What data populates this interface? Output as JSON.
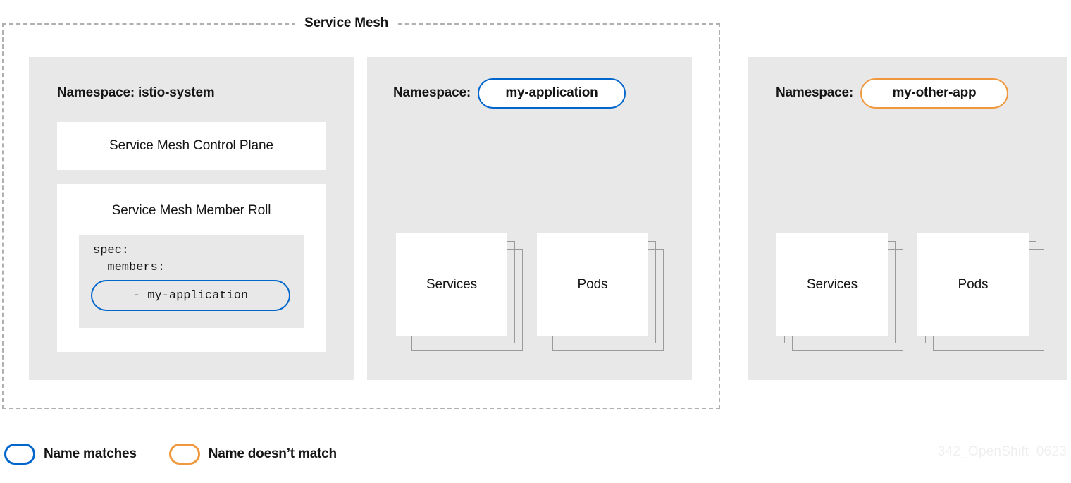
{
  "diagram": {
    "boundary_label": "Service Mesh",
    "accent_blue": "#0066CC",
    "accent_orange": "#F0983D",
    "panel_background": "#E8E8E8",
    "watermark": "342_OpenShift_0623"
  },
  "namespaces": [
    {
      "label": "Namespace: istio-system",
      "prefix": "Namespace:",
      "name": "istio-system",
      "highlight": "none",
      "cards": [
        {
          "title": "Service Mesh Control Plane"
        },
        {
          "title": "Service Mesh Member Roll",
          "spec": {
            "line1": "spec:",
            "line2": "  members:",
            "member_entry": "- my-application",
            "member_highlight": "blue"
          }
        }
      ]
    },
    {
      "prefix": "Namespace:",
      "name": "my-application",
      "highlight": "blue",
      "resources": [
        {
          "label": "Services"
        },
        {
          "label": "Pods"
        }
      ]
    },
    {
      "prefix": "Namespace:",
      "name": "my-other-app",
      "highlight": "orange",
      "resources": [
        {
          "label": "Services"
        },
        {
          "label": "Pods"
        }
      ]
    }
  ],
  "legend": {
    "items": [
      {
        "swatch": "blue",
        "label": "Name matches"
      },
      {
        "swatch": "orange",
        "label": "Name doesn’t match"
      }
    ]
  }
}
